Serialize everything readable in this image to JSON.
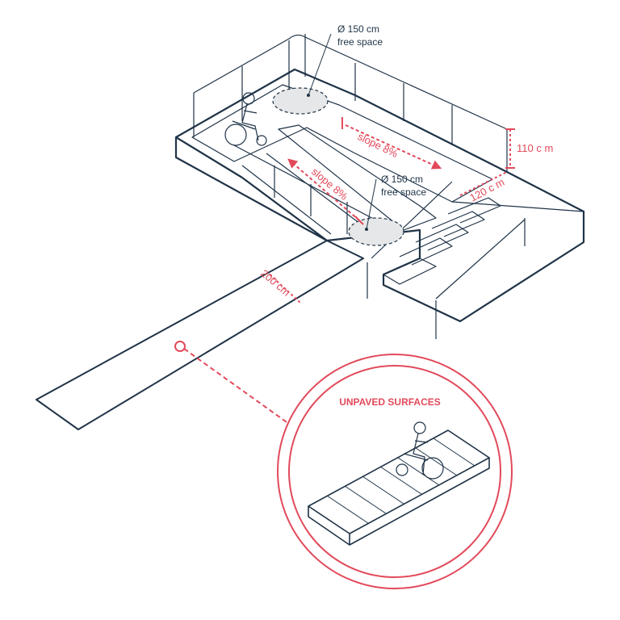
{
  "colors": {
    "line": "#1f3347",
    "accent": "#e24a5b",
    "fill": "#e6e7e8",
    "background": "#ffffff"
  },
  "labels": {
    "top_free_space_diameter": "Ø 150 cm",
    "top_free_space_text": "free space",
    "mid_free_space_diameter": "Ø 150 cm",
    "mid_free_space_text": "free space",
    "slope_upper": "slope 8%",
    "slope_lower": "slope 8%",
    "railing_height": "110 c m",
    "platform_width": "120 c m",
    "path_width": "200 cm",
    "detail_title": "UNPAVED SURFACES"
  },
  "icons": [
    "wheelchair-user-icon",
    "wheelchair-user-icon",
    "wheelchair-user-icon"
  ]
}
